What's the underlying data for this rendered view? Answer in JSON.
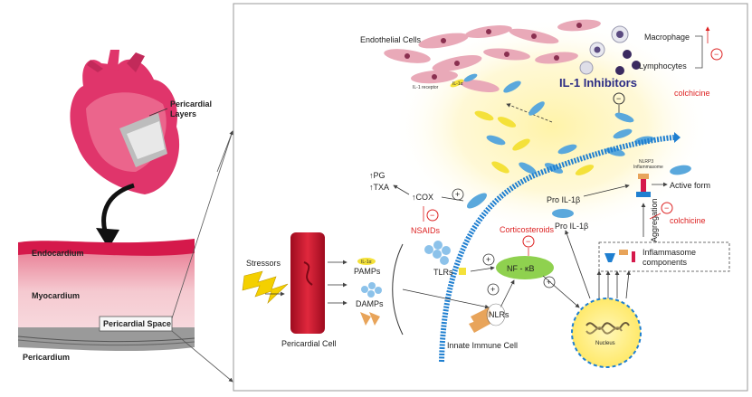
{
  "left_panel": {
    "pericardial_layers": [
      "Pericardial",
      "Layers"
    ],
    "endocardium": "Endocardium",
    "myocardium": "Myocardium",
    "pericardial_space": "Pericardial Space",
    "pericardium": "Pericardium"
  },
  "diagram": {
    "endothelial_cells": "Endothelial Cells",
    "macrophage": "Macrophage",
    "lymphocytes": "Lymphocytes",
    "colchicine_top": "colchicine",
    "il1_inhibitors": "IL-1 Inhibitors",
    "il1_receptor": "IL-1 receptor",
    "il1a": "IL-1α",
    "il1b": "IL-1β",
    "pg": "↑PG",
    "txa": "↑TXA",
    "cox": "↑COX",
    "nsaids": "NSAIDs",
    "stressors": "Stressors",
    "pericardial_cell": "Pericardial Cell",
    "pamps": "PAMPs",
    "damps": "DAMPs",
    "tlrs": "TLRs",
    "corticosteroids": "Corticosteroids",
    "nfkb": "NF - κB",
    "nlrs": "NLRs",
    "innate_immune_cell": "Innate Immune Cell",
    "nucleus": "Nucleus",
    "pro_il1b_upper": "Pro IL-1β",
    "pro_il1b_lower": "Pro IL-1β",
    "nlrp3": [
      "NLRP3",
      "Inflammasome"
    ],
    "active_form": "Active form",
    "aggregation": "Aggregation",
    "colchicine_mid": "colchicine",
    "inflammasome_components": [
      "Inflammasome",
      "components"
    ],
    "plus": "+",
    "minus": "−"
  },
  "colors": {
    "heart": "#e0356b",
    "cell_red": "#c8102e",
    "membrane": "#1f7fd0",
    "inhibit_red": "#d22222",
    "glow": "#fff3b0",
    "nfkb_green": "#8fd14f",
    "il1a_yellow": "#f4e13a",
    "il1b_blue": "#5aa8dc"
  }
}
